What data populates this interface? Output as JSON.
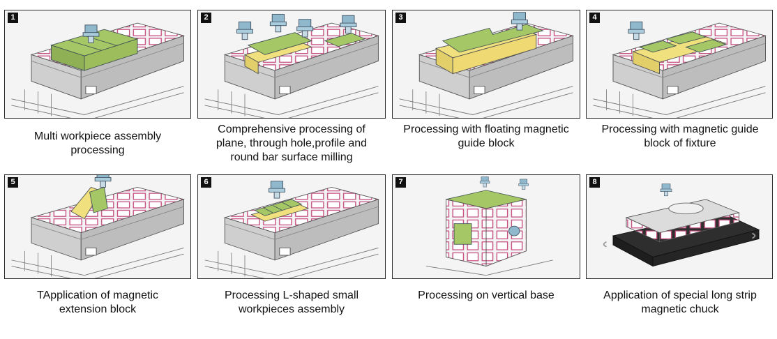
{
  "colors": {
    "workpiece_green": "#a6c765",
    "guide_yellow": "#f1e07e",
    "chuck_gray": "#cfcfcf",
    "pole_magenta": "#c44a7d",
    "tool_blue": "#8fb8cc"
  },
  "panels": [
    {
      "number": "1",
      "caption": "Multi workpiece assembly processing"
    },
    {
      "number": "2",
      "caption": "Comprehensive processing of plane, through hole,profile and round bar surface milling"
    },
    {
      "number": "3",
      "caption": "Processing with floating magnetic guide block"
    },
    {
      "number": "4",
      "caption": "Processing with magnetic guide block of fixture"
    },
    {
      "number": "5",
      "caption": "TApplication of magnetic extension block"
    },
    {
      "number": "6",
      "caption": "Processing L-shaped small workpieces assembly"
    },
    {
      "number": "7",
      "caption": "Processing on vertical base"
    },
    {
      "number": "8",
      "caption": "Application of special long strip magnetic chuck"
    }
  ]
}
